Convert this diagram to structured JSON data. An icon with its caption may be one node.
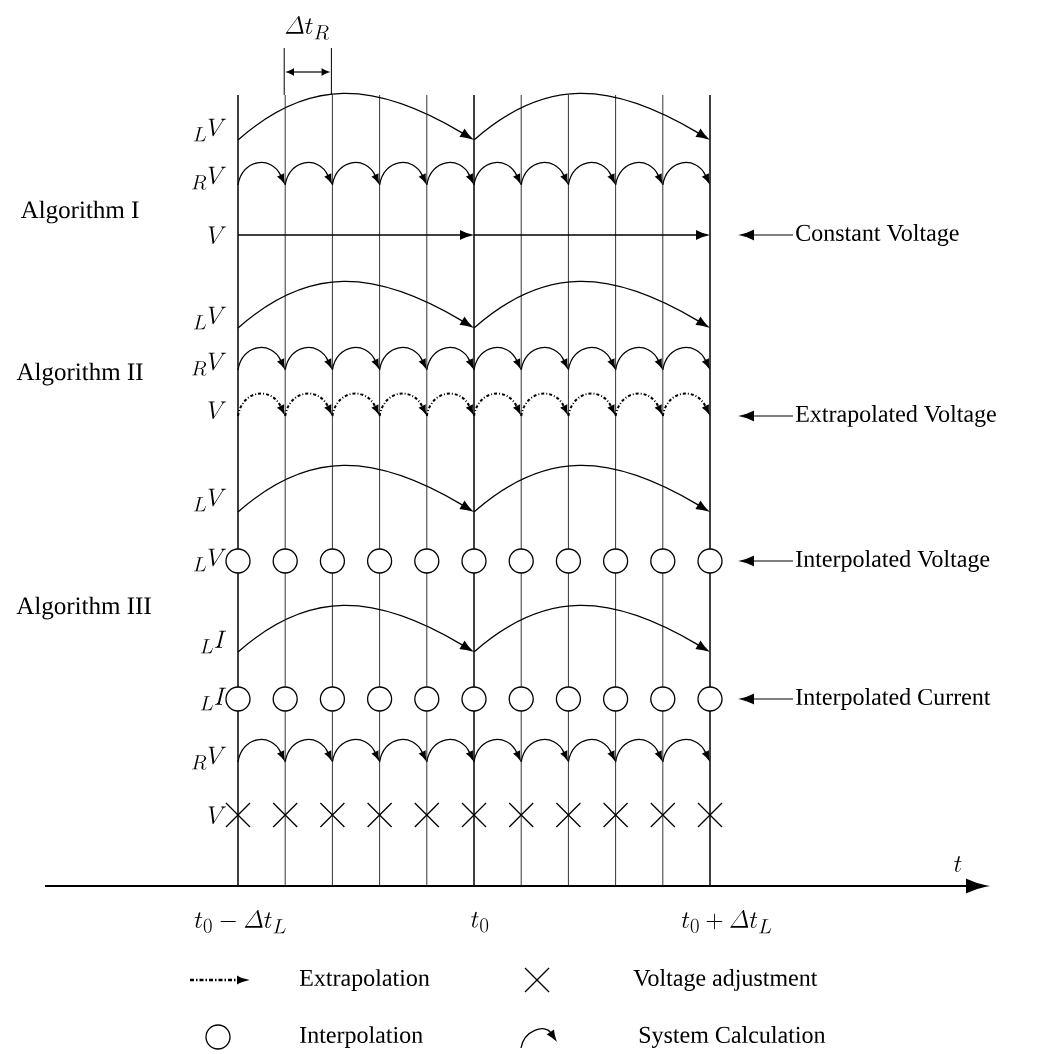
{
  "diagram": {
    "nodes": [
      {
        "text": [
          "Constant Voltage"
        ]
      },
      {
        "text": [
          "Extrapolated Voltage"
        ]
      },
      {
        "text": [
          "Interpolated Voltage"
        ]
      },
      {
        "text": [
          "Interpolated Current"
        ]
      }
    ],
    "edges": [
      {
        "from": 0,
        "to": null,
        "arrow": "to"
      },
      {
        "from": 1,
        "to": null,
        "arrow": "to"
      },
      {
        "from": 2,
        "to": null,
        "arrow": "to"
      },
      {
        "from": 3,
        "to": null,
        "arrow": "to"
      }
    ],
    "labels": [
      "\\varDelta t_R",
      "{}_L V",
      "{}_R V",
      "Algorithm I",
      "V",
      "{}_L V",
      "{}_R V",
      "Algorithm II",
      "V",
      "{}_L V",
      "{}_L V",
      "Algorithm III",
      "{}_L I",
      "{}_L I",
      "{}_R V",
      "V",
      "t",
      "t_0 - \\varDelta t_L",
      "t_0",
      "t_0 + \\varDelta t_L"
    ],
    "legend": [
      {
        "text": "Extrapolation"
      },
      {
        "text": "Voltage adjustment"
      },
      {
        "text": "Interpolation"
      },
      {
        "text": "System Calculation"
      }
    ]
  }
}
